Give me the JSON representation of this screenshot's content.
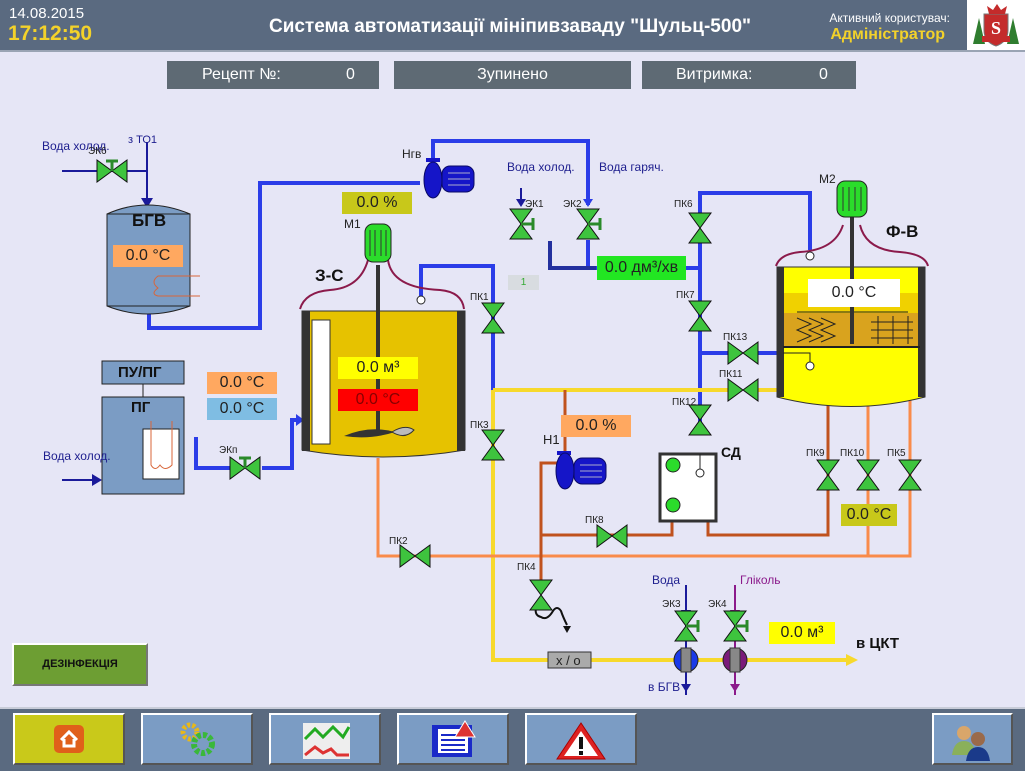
{
  "header": {
    "date": "14.08.2015",
    "time": "17:12:50",
    "title": "Система автоматизації мініпивзаваду \"Шульц-500\"",
    "active_user_label": "Активний користувач:",
    "active_user": "Адміністратор",
    "logo_icon": "brewery-logo-icon"
  },
  "status_panels": {
    "recipe_label": "Рецепт №:",
    "recipe_value": "0",
    "state": "Зупинено",
    "hold_label": "Витримка:",
    "hold_value": "0"
  },
  "equipment": {
    "bgv": {
      "name": "БГВ",
      "temp": "0.0 °C",
      "inlet_cold": "Вода холод.",
      "inlet_to1": "з ТО1",
      "valve": "ЭК6"
    },
    "pg": {
      "name": "ПГ",
      "controller": "ПУ/ПГ",
      "inlet_cold": "Вода холод.",
      "temp_hot": "0.0 °C",
      "temp_cold": "0.0 °C",
      "valve": "ЭКп"
    },
    "pump_ngv": {
      "name": "Нгв"
    },
    "zs": {
      "name": "З-С",
      "motor": "М1",
      "motor_speed": "0.0 %",
      "volume": "0.0 м³",
      "temp": "0.0 °C",
      "counter": "1"
    },
    "water_in": {
      "cold_label": "Вода холод.",
      "hot_label": "Вода гаряч.",
      "valve_cold": "ЭК1",
      "valve_hot": "ЭК2",
      "flow": "0.0 дм³/хв"
    },
    "fv": {
      "name": "Ф-В",
      "motor": "М2",
      "temp": "0.0 °C"
    },
    "sd": {
      "name": "СД"
    },
    "pump_n1": {
      "name": "Н1",
      "speed": "0.0 %"
    },
    "outlet": {
      "temp": "0.0 °C"
    },
    "cooling": {
      "water_label": "Вода",
      "glycol_label": "Гліколь",
      "valve_water": "ЭК3",
      "valve_glycol": "ЭК4",
      "volume": "0.0 м³",
      "to_ckt": "в ЦКТ",
      "to_bgv": "в БГВ",
      "heat_exchanger": "х / о"
    }
  },
  "valves": [
    "ПК1",
    "ПК2",
    "ПК3",
    "ПК4",
    "ПК5",
    "ПК6",
    "ПК7",
    "ПК8",
    "ПК9",
    "ПК10",
    "ПК11",
    "ПК12",
    "ПК13"
  ],
  "buttons": {
    "disinfection": "ДЕЗІНФЕКЦІЯ"
  },
  "nav": [
    {
      "icon": "home-icon",
      "active": true
    },
    {
      "icon": "gears-icon",
      "active": false
    },
    {
      "icon": "trend-chart-icon",
      "active": false
    },
    {
      "icon": "alarm-log-icon",
      "active": false
    },
    {
      "icon": "warning-icon",
      "active": false
    },
    {
      "icon": "users-icon",
      "active": false
    }
  ],
  "colors": {
    "header_bg": "#5a6a80",
    "time": "#f3d22a",
    "valve_green": "#3ec43e",
    "pipe_blue": "#2b3de8",
    "pipe_yellow": "#f7d92c",
    "pipe_orange": "#f98b4a",
    "pipe_rust": "#c0521e"
  }
}
